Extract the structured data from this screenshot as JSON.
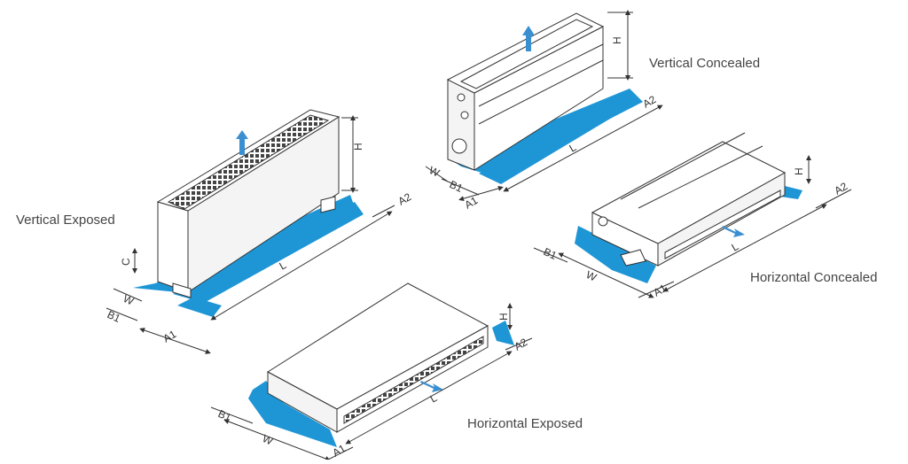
{
  "units": {
    "vertical_exposed": {
      "caption": "Vertical Exposed",
      "dims": {
        "h": "H",
        "l": "L",
        "w": "W",
        "b1": "B1",
        "a1": "A1",
        "a2": "A2",
        "c": "C"
      }
    },
    "vertical_concealed": {
      "caption": "Vertical Concealed",
      "dims": {
        "h": "H",
        "l": "L",
        "w": "W",
        "b1": "B1",
        "a1": "A1",
        "a2": "A2"
      }
    },
    "horizontal_concealed": {
      "caption": "Horizontal Concealed",
      "dims": {
        "h": "H",
        "l": "L",
        "w": "W",
        "b1": "B1",
        "a1": "A1",
        "a2": "A2"
      }
    },
    "horizontal_exposed": {
      "caption": "Horizontal Exposed",
      "dims": {
        "h": "H",
        "l": "L",
        "w": "W",
        "b1": "B1",
        "a1": "A1",
        "a2": "A2"
      }
    }
  },
  "colors": {
    "clearance": "#1e96d6",
    "arrow": "#3a8fd0",
    "line": "#333333",
    "body_fill": "#ffffff",
    "body_shade": "#f1f1f1"
  }
}
